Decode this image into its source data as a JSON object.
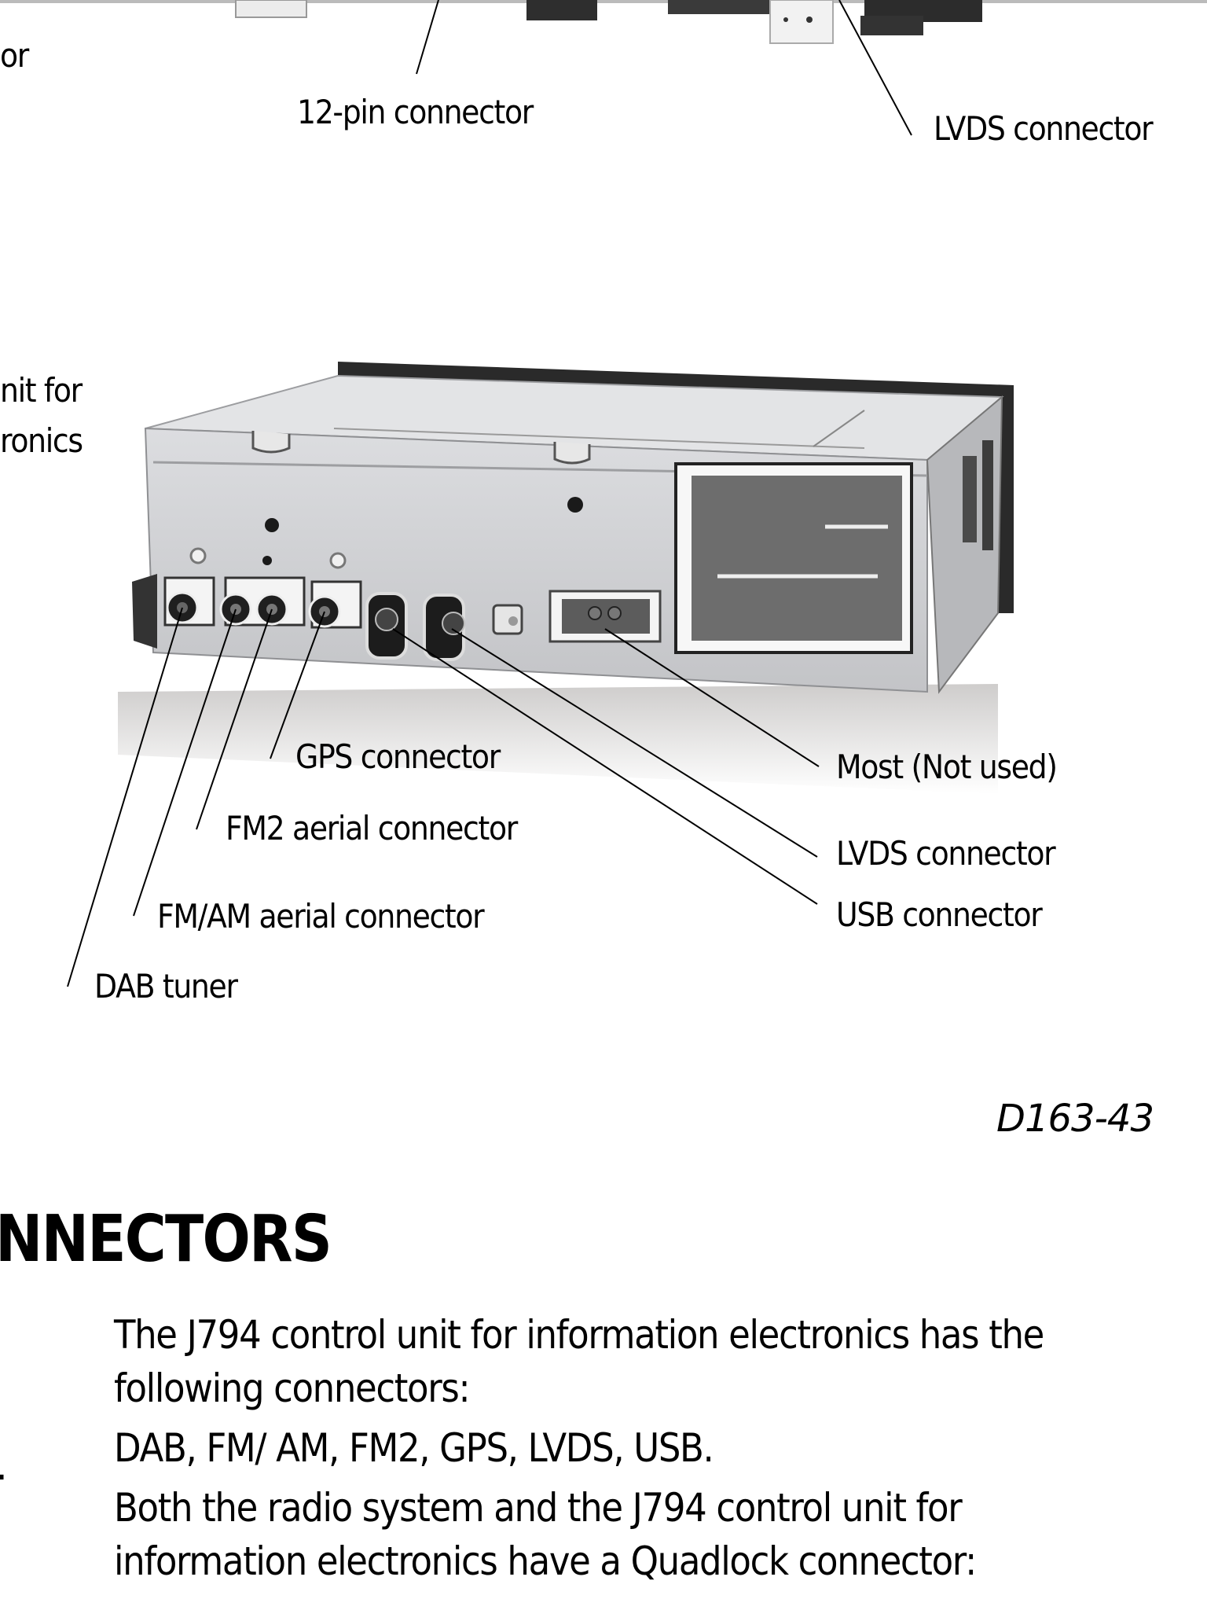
{
  "top_figure": {
    "partial_left_label": "or",
    "labels": {
      "twelve_pin": "12-pin connector",
      "lvds_top": "LVDS connector"
    }
  },
  "main_figure": {
    "partial_caption_lines": [
      "nit for",
      "ronics"
    ],
    "labels": {
      "gps": "GPS connector",
      "fm2": "FM2 aerial connector",
      "fm_am": "FM/AM aerial connector",
      "dab": "DAB tuner",
      "most": "Most (Not used)",
      "lvds": "LVDS connector",
      "usb": "USB connector"
    },
    "figure_ref": "D163-43"
  },
  "section": {
    "heading": "NNECTORS",
    "paragraphs": [
      "The J794 control unit for information electronics has the following connectors:",
      "DAB, FM/ AM, FM2, GPS, LVDS, USB.",
      "Both the radio system and the J794 control unit for information electronics have a Quadlock connector:"
    ],
    "left_margin_mark": "."
  },
  "colors": {
    "text": "#000000",
    "background": "#ffffff",
    "device_light": "#d9dadc",
    "device_mid": "#b9babd",
    "device_dark": "#2a2a2a",
    "shadow": "#cfcdcc"
  }
}
